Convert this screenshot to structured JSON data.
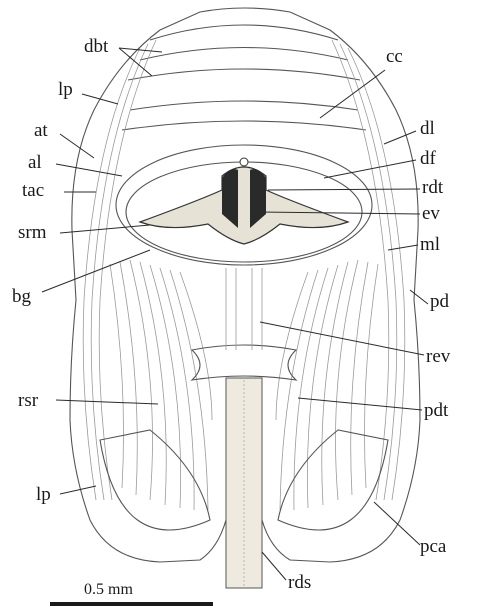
{
  "figure": {
    "labels": {
      "dbt": "dbt",
      "cc": "cc",
      "lp_top": "lp",
      "at": "at",
      "dl": "dl",
      "al": "al",
      "df": "df",
      "tac": "tac",
      "rdt": "rdt",
      "srm": "srm",
      "ev": "ev",
      "ml": "ml",
      "bg": "bg",
      "pd": "pd",
      "rev": "rev",
      "rsr": "rsr",
      "pdt": "pdt",
      "lp_bottom": "lp",
      "pca": "pca",
      "rds": "rds"
    },
    "scale_bar": {
      "label": "0.5 mm"
    }
  }
}
